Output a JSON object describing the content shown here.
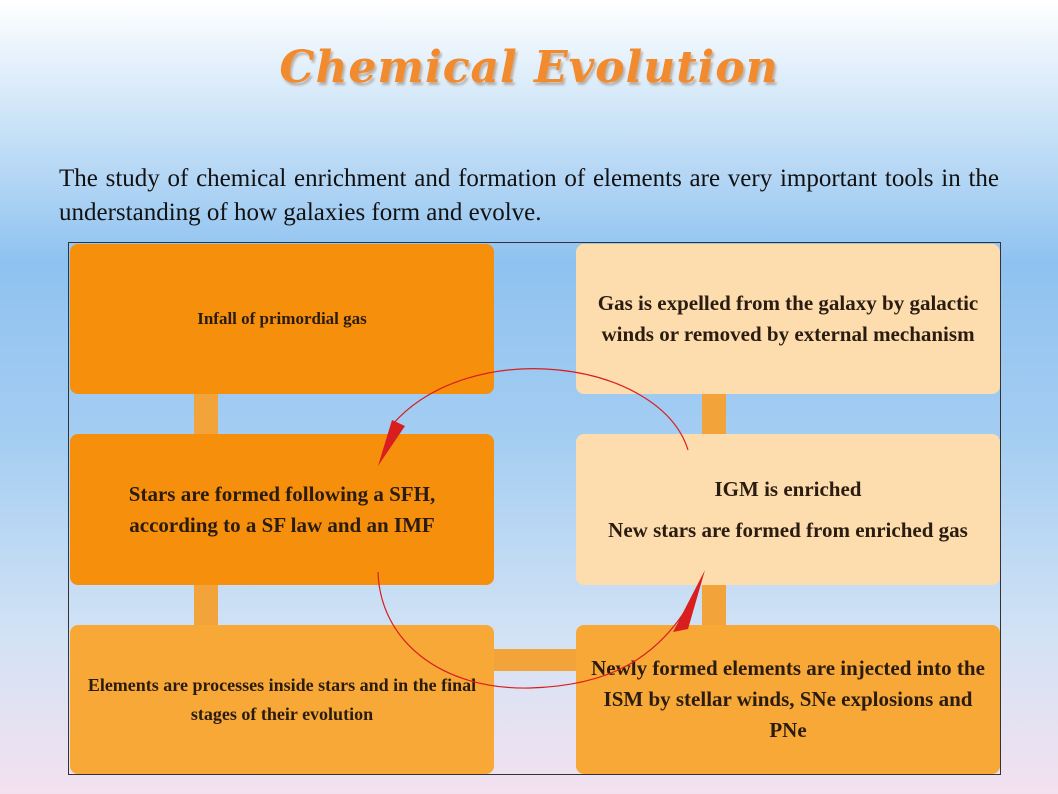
{
  "title": "Chemical Evolution",
  "intro": "The study of chemical enrichment and formation of elements are very important tools in the understanding of how galaxies form and evolve.",
  "diagram": {
    "boxes": {
      "infall": "Infall of primordial gas",
      "stars_formed": "Stars are formed following a SFH, according to a SF law and an IMF",
      "elements_processed": "Elements are processes inside stars and in the final stages of their evolution",
      "gas_expelled": "Gas is expelled from the galaxy by galactic winds or removed by external mechanism",
      "igm_enriched": "IGM is enriched",
      "new_stars": "New stars are  formed from enriched gas",
      "newly_formed": "Newly formed elements are injected into the ISM by stellar winds, SNe explosions and PNe"
    },
    "colors": {
      "dark_box": "#f58f0c",
      "mid_box": "#f7a837",
      "light_box": "#fddcae",
      "connector": "#f2a33a",
      "arc": "#d81e1e"
    }
  }
}
